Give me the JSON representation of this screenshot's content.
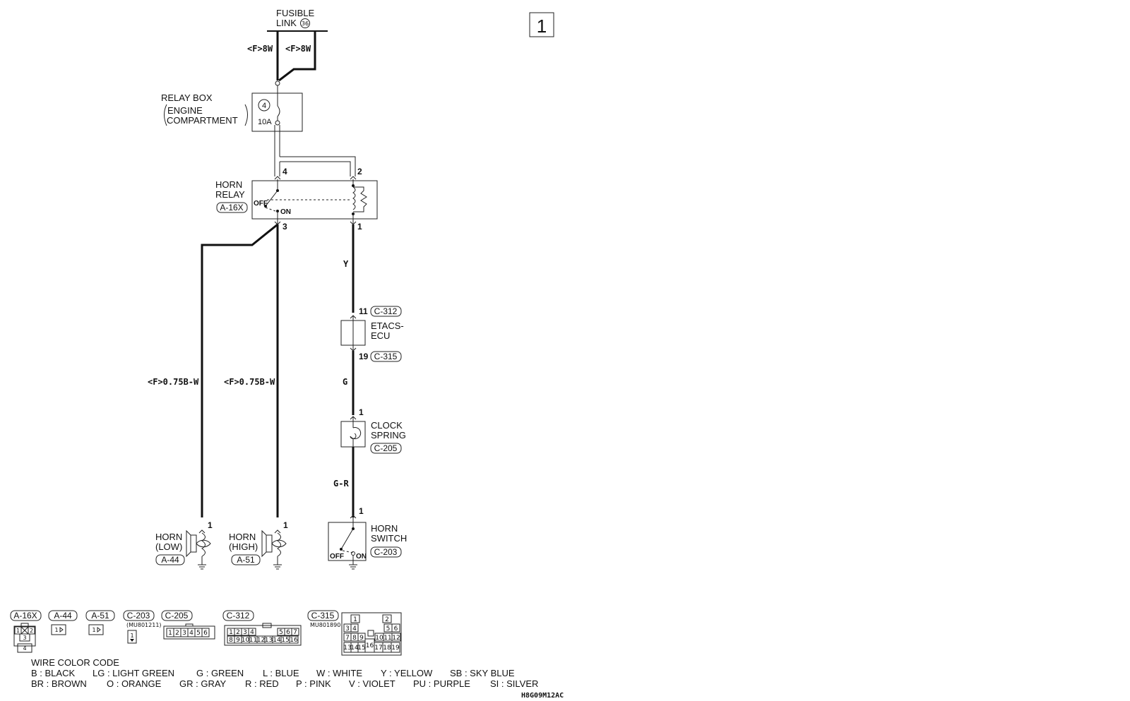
{
  "page_number": "1",
  "fusible_link": {
    "line1": "FUSIBLE",
    "line2": "LINK",
    "number": "36"
  },
  "wires": {
    "fl_left": "<F>8W",
    "fl_right": "<F>8W",
    "horn_low_wire": "<F>0.75B-W",
    "horn_high_wire": "<F>0.75B-W",
    "y": "Y",
    "g": "G",
    "gr": "G-R"
  },
  "relay_box": {
    "line1": "RELAY BOX",
    "line2": "ENGINE",
    "line3": "COMPARTMENT",
    "fuse_no": "4",
    "rating": "10A"
  },
  "horn_relay": {
    "line1": "HORN",
    "line2": "RELAY",
    "connector": "A-16X",
    "off": "OFF",
    "on": "ON",
    "pin4": "4",
    "pin2": "2",
    "pin3": "3",
    "pin1": "1"
  },
  "etacs": {
    "line1": "ETACS-",
    "line2": "ECU",
    "pin_in": "11",
    "conn_in": "C-312",
    "pin_out": "19",
    "conn_out": "C-315"
  },
  "clock_spring": {
    "line1": "CLOCK",
    "line2": "SPRING",
    "connector": "C-205",
    "pin": "1"
  },
  "horn_switch": {
    "line1": "HORN",
    "line2": "SWITCH",
    "connector": "C-203",
    "pin": "1",
    "off": "OFF",
    "on": "ON"
  },
  "horn_low": {
    "line1": "HORN",
    "line2": "(LOW)",
    "connector": "A-44",
    "pin": "1"
  },
  "horn_high": {
    "line1": "HORN",
    "line2": "(HIGH)",
    "connector": "A-51",
    "pin": "1"
  },
  "connectors_legend": {
    "a16x": {
      "tag": "A-16X",
      "pins": [
        "1",
        "2",
        "3",
        "4"
      ]
    },
    "a44": {
      "tag": "A-44",
      "pin": "1"
    },
    "a51": {
      "tag": "A-51",
      "pin": "1"
    },
    "c203": {
      "tag": "C-203",
      "part": "(MU801211)",
      "pin": "1"
    },
    "c205": {
      "tag": "C-205",
      "pins": [
        "1",
        "2",
        "3",
        "4",
        "5",
        "6"
      ]
    },
    "c312": {
      "tag": "C-312",
      "top": [
        "1",
        "2",
        "3",
        "4",
        "5",
        "6",
        "7"
      ],
      "bottom": [
        "8",
        "9",
        "10",
        "11",
        "12",
        "13",
        "14",
        "15",
        "16"
      ]
    },
    "c315": {
      "tag": "C-315",
      "part": "MU801890",
      "pins": [
        "1",
        "2",
        "3",
        "4",
        "5",
        "6",
        "7",
        "8",
        "9",
        "10",
        "11",
        "12",
        "13",
        "14",
        "15",
        "16",
        "17",
        "18",
        "19"
      ]
    }
  },
  "wire_color_code": {
    "title": "WIRE COLOR CODE",
    "row1": [
      "B : BLACK",
      "LG : LIGHT GREEN",
      "G : GREEN",
      "L : BLUE",
      "W : WHITE",
      "Y : YELLOW",
      "SB : SKY BLUE"
    ],
    "row2": [
      "BR : BROWN",
      "O : ORANGE",
      "GR : GRAY",
      "R : RED",
      "P : PINK",
      "V : VIOLET",
      "PU : PURPLE",
      "SI : SILVER"
    ]
  },
  "drawing_code": "H8G09M12AC"
}
